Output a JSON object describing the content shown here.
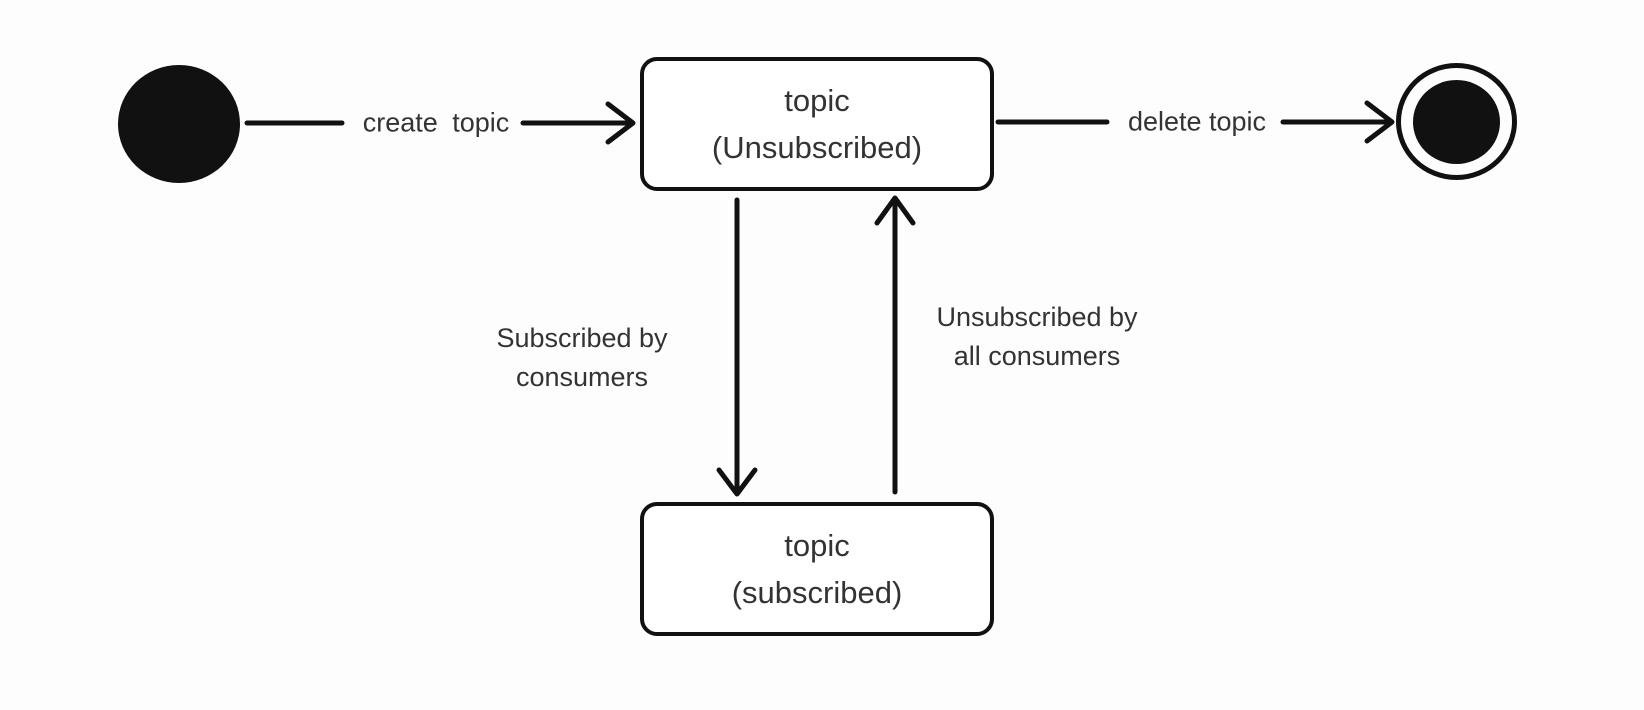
{
  "diagram": {
    "kind": "uml-state-diagram",
    "states": {
      "initial": {
        "type": "initial-pseudostate"
      },
      "unsubscribed": {
        "line1": "topic",
        "line2": "(Unsubscribed)"
      },
      "subscribed": {
        "line1": "topic",
        "line2": "(subscribed)"
      },
      "final": {
        "type": "final-state"
      }
    },
    "transitions": {
      "create": {
        "label": "create topic"
      },
      "delete": {
        "label": "delete topic"
      },
      "subscribe": {
        "line1": "Subscribed by",
        "line2": "consumers"
      },
      "unsubscribe": {
        "line1": "Unsubscribed by",
        "line2": "all consumers"
      }
    },
    "colors": {
      "background": "#fdfdfd",
      "stroke": "#111111",
      "text": "#333333"
    }
  }
}
